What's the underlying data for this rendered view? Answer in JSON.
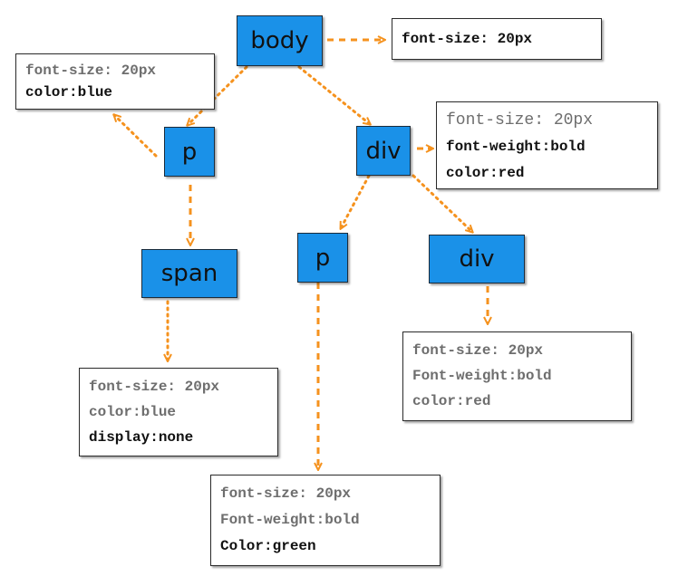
{
  "colors": {
    "node_fill": "#1a91e8",
    "arrow": "#f5921e",
    "inherited_text": "#6e6e6e",
    "own_text": "#111111"
  },
  "nodes": {
    "body": "body",
    "p_left": "p",
    "span": "span",
    "div_top": "div",
    "p_mid": "p",
    "div_child": "div"
  },
  "styles": {
    "body": [
      "font-size: 20px"
    ],
    "p_left": [
      "font-size: 20px",
      "color:blue"
    ],
    "span": [
      "font-size: 20px",
      "color:blue",
      "display:none"
    ],
    "div_top": [
      "font-size: 20px",
      "font-weight:bold",
      "color:red"
    ],
    "div_child": [
      "font-size: 20px",
      "Font-weight:bold",
      "color:red"
    ],
    "p_mid": [
      "font-size: 20px",
      "Font-weight:bold",
      "Color:green"
    ]
  }
}
